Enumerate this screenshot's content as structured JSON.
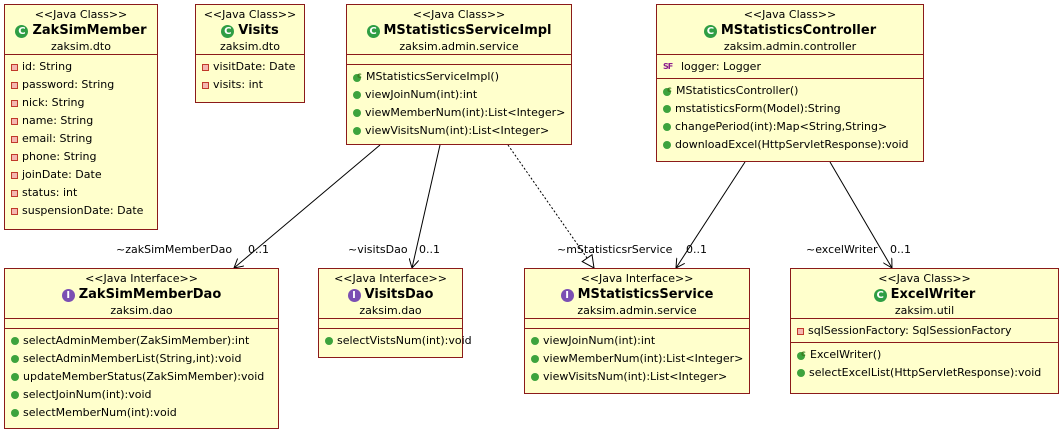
{
  "boxes": {
    "zaksimmember": {
      "stereotype": "<<Java Class>>",
      "name": "ZakSimMember",
      "package": "zaksim.dto",
      "icon": "class-icon",
      "fields": [
        "id: String",
        "password: String",
        "nick: String",
        "name: String",
        "email: String",
        "phone: String",
        "joinDate: Date",
        "status: int",
        "suspensionDate: Date"
      ]
    },
    "visits": {
      "stereotype": "<<Java Class>>",
      "name": "Visits",
      "package": "zaksim.dto",
      "icon": "class-icon",
      "fields": [
        "visitDate: Date",
        "visits: int"
      ]
    },
    "mstatisticsserviceimpl": {
      "stereotype": "<<Java Class>>",
      "name": "MStatisticsServiceImpl",
      "package": "zaksim.admin.service",
      "icon": "class-icon",
      "constructors": [
        "MStatisticsServiceImpl()"
      ],
      "methods": [
        "viewJoinNum(int):int",
        "viewMemberNum(int):List<Integer>",
        "viewVisitsNum(int):List<Integer>"
      ]
    },
    "mstatisticscontroller": {
      "stereotype": "<<Java Class>>",
      "name": "MStatisticsController",
      "package": "zaksim.admin.controller",
      "icon": "class-icon",
      "static_fields": [
        "logger: Logger"
      ],
      "constructors": [
        "MStatisticsController()"
      ],
      "methods": [
        "mstatisticsForm(Model):String",
        "changePeriod(int):Map<String,String>",
        "downloadExcel(HttpServletResponse):void"
      ]
    },
    "zaksimmemberdao": {
      "stereotype": "<<Java Interface>>",
      "name": "ZakSimMemberDao",
      "package": "zaksim.dao",
      "icon": "interface-icon",
      "methods": [
        "selectAdminMember(ZakSimMember):int",
        "selectAdminMemberList(String,int):void",
        "updateMemberStatus(ZakSimMember):void",
        "selectJoinNum(int):void",
        "selectMemberNum(int):void"
      ]
    },
    "visitsdao": {
      "stereotype": "<<Java Interface>>",
      "name": "VisitsDao",
      "package": "zaksim.dao",
      "icon": "interface-icon",
      "methods": [
        "selectVistsNum(int):void"
      ]
    },
    "mstatisticsservice": {
      "stereotype": "<<Java Interface>>",
      "name": "MStatisticsService",
      "package": "zaksim.admin.service",
      "icon": "interface-icon",
      "methods": [
        "viewJoinNum(int):int",
        "viewMemberNum(int):List<Integer>",
        "viewVisitsNum(int):List<Integer>"
      ]
    },
    "excelwriter": {
      "stereotype": "<<Java Class>>",
      "name": "ExcelWriter",
      "package": "zaksim.util",
      "icon": "class-icon",
      "fields": [
        "sqlSessionFactory: SqlSessionFactory"
      ],
      "constructors": [
        "ExcelWriter()"
      ],
      "methods": [
        "selectExcelList(HttpServletResponse):void"
      ]
    }
  },
  "relations": {
    "zaksimmemberdao": {
      "role": "~zakSimMemberDao",
      "multiplicity": "0..1"
    },
    "visitsdao": {
      "role": "~visitsDao",
      "multiplicity": "0..1"
    },
    "mstatisticsservice": {
      "role": "~mStatisticsrService",
      "multiplicity": "0..1"
    },
    "excelwriter": {
      "role": "~excelWriter",
      "multiplicity": "0..1"
    }
  },
  "icons": {
    "class": "C",
    "interface": "I",
    "static_final": "SF"
  },
  "colors": {
    "box_fill": "#ffffcc",
    "box_border": "#8b1a1a",
    "class_badge": "#2f9e44",
    "interface_badge": "#7b4fb3"
  }
}
